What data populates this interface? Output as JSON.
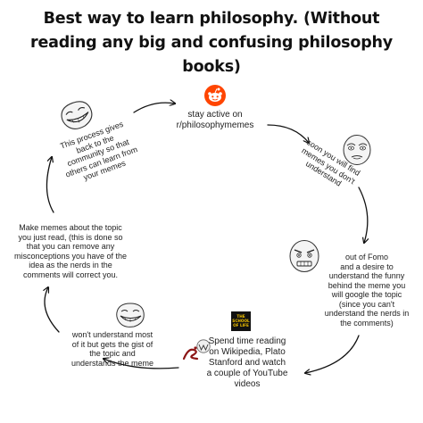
{
  "title": {
    "lines": [
      "Best way to learn philosophy. (Without",
      "reading any big and confusing philosophy",
      "books)"
    ]
  },
  "cycle": {
    "step1": {
      "icon": "reddit-logo-icon",
      "lines": [
        "stay active on",
        "r/philosophymemes"
      ]
    },
    "step2": {
      "icon": "me-gusta-face-icon",
      "lines": [
        "soon you will find",
        "memes you don't",
        "understand"
      ]
    },
    "step3": {
      "icon": "mad-face-icon",
      "lines": [
        "out of Fomo",
        "and a desire to",
        "understand the funny",
        "behind the meme you",
        "will google the topic",
        "(since you can't",
        "understand the nerds in",
        "the comments)"
      ]
    },
    "step4": {
      "icons": [
        "school-of-life-logo-icon",
        "wikipedia-logo-icon",
        "stanford-encyclopedia-logo-icon"
      ],
      "school_logo_lines": [
        "THE",
        "SCHOOL",
        "OF LIFE"
      ],
      "lines": [
        "Spend time reading",
        "on Wikipedia, Plato",
        "Stanford and watch",
        "a couple of YouTube",
        "videos"
      ]
    },
    "step5": {
      "icon": "trollface-icon",
      "lines": [
        "won't understand most",
        "of it but gets the gist of",
        "the topic and",
        "understands the meme"
      ]
    },
    "step6": {
      "lines": [
        "Make memes about the topic",
        "you just read, (this is done so",
        "that you can remove any",
        "misconceptions you have of the",
        "idea as the nerds in the",
        "comments will correct you."
      ]
    },
    "step7": {
      "icon": "trollface-icon",
      "lines": [
        "This process gives",
        "back to the",
        "community so that",
        "others can learn from",
        "your memes"
      ]
    }
  },
  "colors": {
    "reddit_orange": "#ff4500",
    "arrow": "#111111",
    "text": "#222222"
  }
}
